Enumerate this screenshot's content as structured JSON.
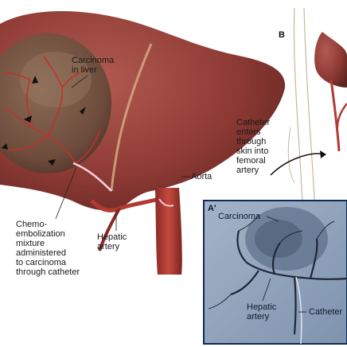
{
  "panels": {
    "b_letter": "B",
    "a_prime_letter": "A'"
  },
  "labels": {
    "carcinoma_in_liver": "Carcinoma\nin liver",
    "chemo": "Chemo-\nembolization\nmixture\nadministered\nto carcinoma\nthrough catheter",
    "hepatic_artery": "Hepatic\nartery",
    "aorta": "Aorta",
    "catheter_enters": "Catheter\nenters\nthrough\nskin into\nfemoral\nartery",
    "inset_carcinoma": "Carcinoma",
    "inset_hepatic_artery": "Hepatic\nartery",
    "inset_catheter": "Catheter"
  },
  "colors": {
    "liver": "#8e3a34",
    "liver_dark": "#5e2420",
    "tumor": "#6e4c3c",
    "artery": "#b23a34",
    "inset_bg": "#8fa3bd",
    "inset_border": "#0f2a5a"
  }
}
